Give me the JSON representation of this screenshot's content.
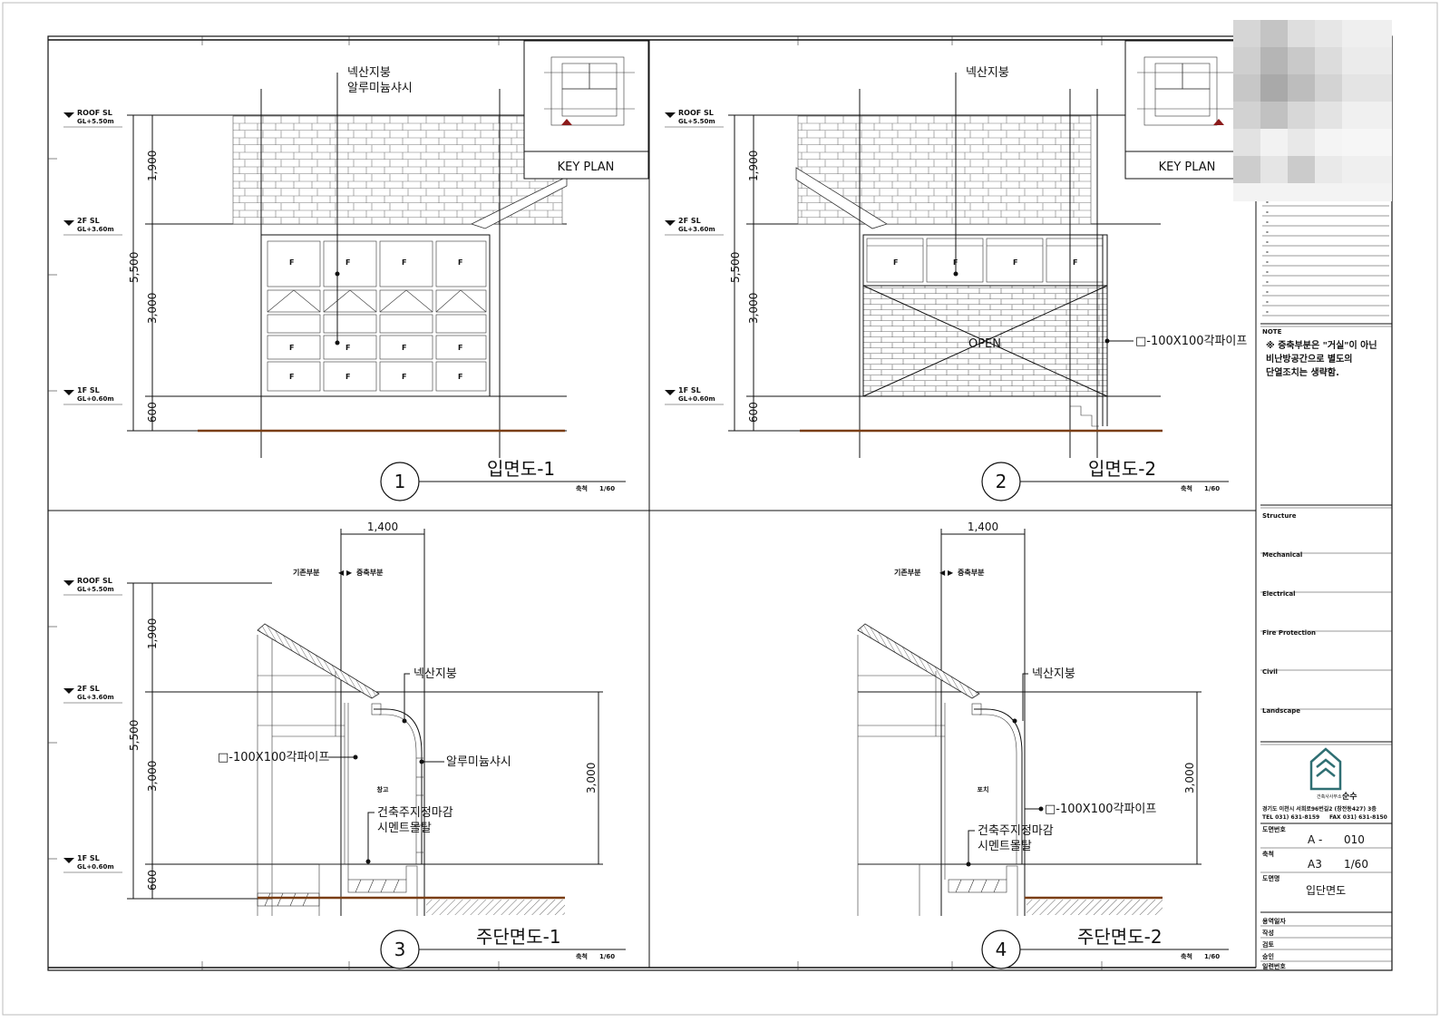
{
  "titleblock": {
    "note_title": "NOTE",
    "note_lines": [
      "※ 증축부분은 \"거실\"이 아닌",
      "비난방공간으로 별도의",
      "단열조치는 생략함."
    ],
    "disciplines": [
      "Structure",
      "Mechanical",
      "Electrical",
      "Fire Protection",
      "Civil",
      "Landscape"
    ],
    "firm_name_small": "건축사사무소",
    "firm_name": "순수",
    "address": "경기도 이천시 서희로96번길2 (창전동427) 3층",
    "tel": "TEL 031) 631-8159",
    "fax": "FAX 031) 631-8150",
    "drawing_no_label": "도면번호",
    "drawing_no_prefix": "A -",
    "drawing_no": "010",
    "scale_label": "축척",
    "paper_size": "A3",
    "scale": "1/60",
    "drawing_name_label": "도면명",
    "drawing_name": "입단면도",
    "signoff": [
      "용역일자",
      "작성",
      "검토",
      "승인",
      "일련번호"
    ],
    "revision_dashes": [
      "-",
      "-",
      "-",
      "-",
      "-",
      "-",
      "-",
      "-",
      "-",
      "-",
      "-",
      "-"
    ]
  },
  "common": {
    "roof_sl": "ROOF SL",
    "roof_gl": "GL+5.50m",
    "f2_sl": "2F SL",
    "f2_gl": "GL+3.60m",
    "f1_sl": "1F SL",
    "f1_gl": "GL+0.60m",
    "dim_total": "5,500",
    "dim_1900": "1,900",
    "dim_3000": "3,000",
    "dim_600": "600",
    "dim_1400": "1,400",
    "key_plan": "KEY PLAN",
    "scale_word": "축척",
    "scale_value": "1/60",
    "existing": "기존부분",
    "extension": "증축부분",
    "panel_f": "F"
  },
  "view1": {
    "number": "1",
    "title": "입면도-1",
    "callout1": "넥산지붕",
    "callout2": "알루미늄샤시"
  },
  "view2": {
    "number": "2",
    "title": "입면도-2",
    "callout1": "넥산지붕",
    "open": "OPEN",
    "pipe": "□-100X100각파이프"
  },
  "view3": {
    "number": "3",
    "title": "주단면도-1",
    "roof": "넥산지붕",
    "pipe": "□-100X100각파이프",
    "sash": "알루미늄샤시",
    "room": "창고",
    "finish1": "건축주지정마감",
    "finish2": "시멘트몰탈"
  },
  "view4": {
    "number": "4",
    "title": "주단면도-2",
    "roof": "넥산지붕",
    "pipe": "□-100X100각파이프",
    "room": "포치",
    "finish1": "건축주지정마감",
    "finish2": "시멘트몰탈"
  }
}
